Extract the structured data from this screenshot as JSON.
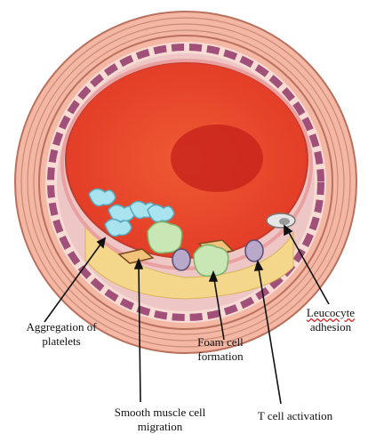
{
  "labels": {
    "platelets": [
      "Aggregation of",
      "platelets"
    ],
    "smooth_muscle": [
      "Smooth muscle cell",
      "migration"
    ],
    "foam_cell": [
      "Foam cell",
      "formation"
    ],
    "t_cell": [
      "T cell activation"
    ],
    "leucocyte": [
      "Leucocyte",
      "adhesion"
    ]
  },
  "colors": {
    "outer_wall": "#f3b7a3",
    "outer_wall_stroke": "#c7826e",
    "intima_purple": "#a1507a",
    "lumen": "#e8402a",
    "lumen_core": "#c9261c",
    "plaque": "#f4d78a",
    "platelet": "#a9e3ef",
    "foam": "#c9e7b4",
    "tcell": "#b8a8c9",
    "leucocyte": "#e6e6e6"
  }
}
